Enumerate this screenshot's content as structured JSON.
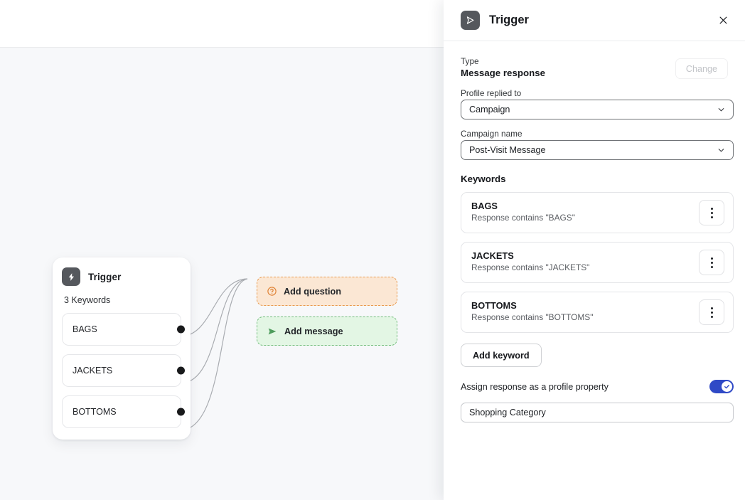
{
  "canvas": {
    "node": {
      "icon": "lightning-bolt-icon",
      "title": "Trigger",
      "subtitle": "3 Keywords",
      "keywords": [
        {
          "label": "BAGS"
        },
        {
          "label": "JACKETS"
        },
        {
          "label": "BOTTOMS"
        }
      ]
    },
    "chips": [
      {
        "icon": "question-circle-icon",
        "label": "Add question",
        "color": "#fbe7d4",
        "border": "#e89a4e"
      },
      {
        "icon": "send-triangle-icon",
        "label": "Add message",
        "color": "#e3f6e4",
        "border": "#73bd7c"
      }
    ]
  },
  "panel": {
    "icon": "send-triangle-icon",
    "title": "Trigger",
    "close_icon": "close-icon",
    "type": {
      "label": "Type",
      "value": "Message response",
      "change_label": "Change"
    },
    "profile_replied_to": {
      "label": "Profile replied to",
      "value": "Campaign"
    },
    "campaign_name": {
      "label": "Campaign name",
      "value": "Post-Visit Message"
    },
    "keywords_section": {
      "title": "Keywords",
      "items": [
        {
          "title": "BAGS",
          "subtitle": "Response contains \"BAGS\"",
          "menu_icon": "kebab-menu-icon"
        },
        {
          "title": "JACKETS",
          "subtitle": "Response contains \"JACKETS\"",
          "menu_icon": "kebab-menu-icon"
        },
        {
          "title": "BOTTOMS",
          "subtitle": "Response contains \"BOTTOMS\"",
          "menu_icon": "kebab-menu-icon"
        }
      ],
      "add_keyword_label": "Add keyword"
    },
    "assign_property": {
      "label": "Assign response as a profile property",
      "toggle_on": true,
      "toggle_color": "#2f49c6",
      "property_value": "Shopping Category",
      "property_placeholder": "Property name"
    }
  }
}
